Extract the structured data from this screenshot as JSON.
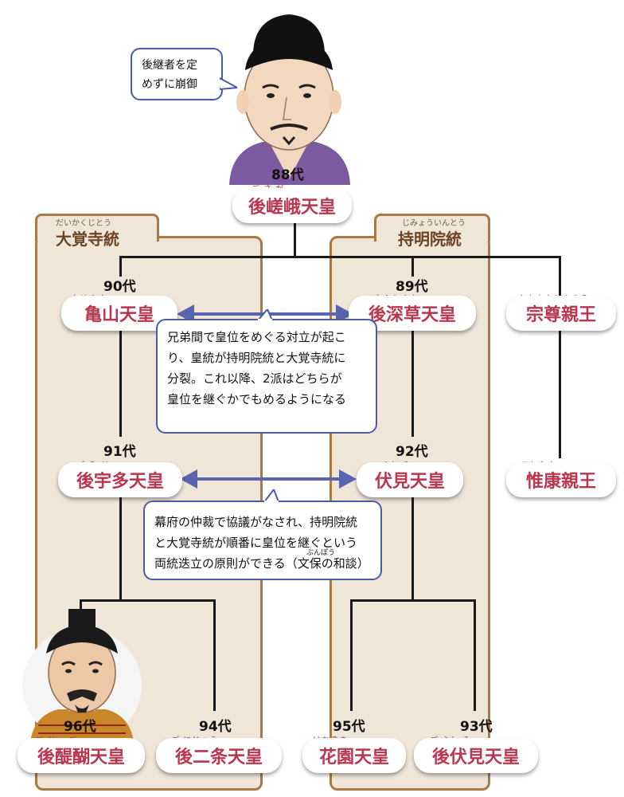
{
  "factions": {
    "daikakuji": {
      "title": "大覚寺統",
      "ruby": "だいかくじとう"
    },
    "jimyoin": {
      "title": "持明院統",
      "ruby": "じみょういんとう"
    }
  },
  "bubble": {
    "line1": "後継者を定",
    "line2": "めずに崩御"
  },
  "emperors": {
    "gosaga": {
      "gen": "88代",
      "name": "後嵯峨天皇",
      "ruby": "ご さ が"
    },
    "kameyama": {
      "gen": "90代",
      "name": "亀山天皇",
      "ruby": "かめやま"
    },
    "gofukakusa": {
      "gen": "89代",
      "name": "後深草天皇",
      "ruby": "ご ふかくさ"
    },
    "munetaka": {
      "name": "宗尊親王",
      "ruby": "むねたかしんのう"
    },
    "gouda": {
      "gen": "91代",
      "name": "後宇多天皇",
      "ruby": "ご う だ"
    },
    "fushimi": {
      "gen": "92代",
      "name": "伏見天皇",
      "ruby": "ふし み"
    },
    "koreyasu": {
      "name": "惟康親王",
      "ruby": "これやす"
    },
    "godaigo": {
      "gen": "96代",
      "name": "後醍醐天皇",
      "ruby": "ご だい ご"
    },
    "gonijo": {
      "gen": "94代",
      "name": "後二条天皇",
      "ruby": "ご にじょう"
    },
    "hanazono": {
      "gen": "95代",
      "name": "花園天皇",
      "ruby": "はなぞの"
    },
    "gofushimi": {
      "gen": "93代",
      "name": "後伏見天皇",
      "ruby": "ご ふし み"
    }
  },
  "note1": {
    "line1": "兄弟間で皇位をめぐる対立が起こ",
    "line2": "り、皇統が持明院統と大覚寺統に",
    "line3": "分裂。これ以降、2派はどちらが",
    "line4": "皇位を継ぐかでもめるようになる"
  },
  "note2": {
    "line1": "幕府の仲裁で協議がなされ、持明院統",
    "line2": "と大覚寺統が順番に皇位を継ぐという",
    "line3": "両統迭立の原則ができる（文保の和談）",
    "ruby": "ぶんぽう"
  },
  "colors": {
    "name": "#b8364e",
    "panel": "#efe6d8",
    "border": "#a97a45",
    "arrow": "#5a63b0"
  }
}
